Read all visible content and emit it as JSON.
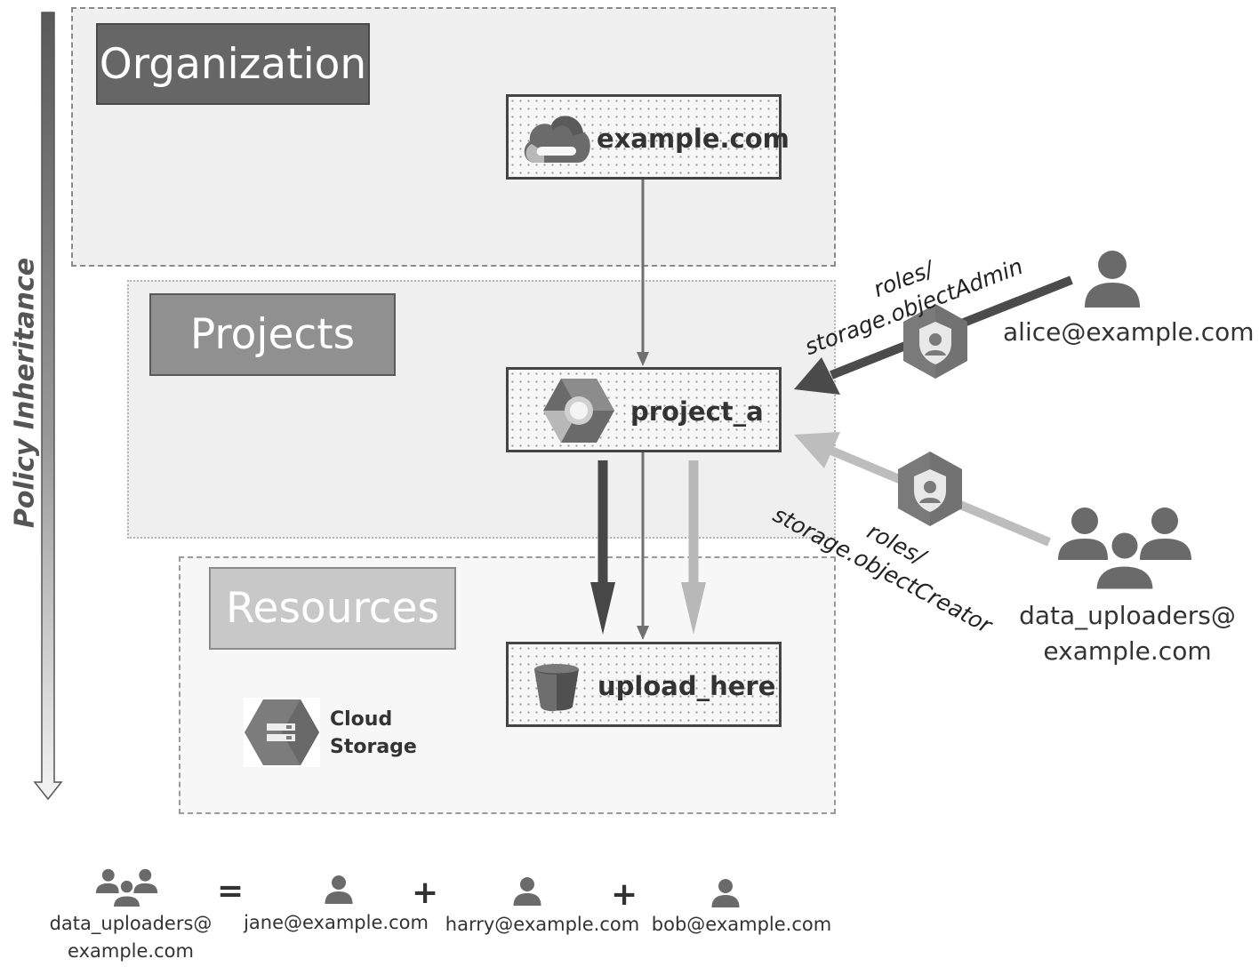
{
  "side_label": "Policy Inheritance",
  "levels": {
    "organization": "Organization",
    "projects": "Projects",
    "resources": "Resources"
  },
  "nodes": {
    "organization": "example.com",
    "project": "project_a",
    "bucket": "upload_here"
  },
  "service": {
    "line1": "Cloud",
    "line2": "Storage"
  },
  "members": {
    "alice": "alice@example.com",
    "group_line1": "data_uploaders@",
    "group_line2": "example.com"
  },
  "roles": {
    "admin_line1": "roles/",
    "admin_line2": "storage.objectAdmin",
    "creator_line1": "roles/",
    "creator_line2": "storage.objectCreator"
  },
  "legend": {
    "group_line1": "data_uploaders@",
    "group_line2": "example.com",
    "equals": "=",
    "plus": "+",
    "jane": "jane@example.com",
    "harry": "harry@example.com",
    "bob": "bob@example.com"
  },
  "colors": {
    "dark": "#555555",
    "light": "#bdbdbd",
    "hex": "#7a7a7a"
  }
}
